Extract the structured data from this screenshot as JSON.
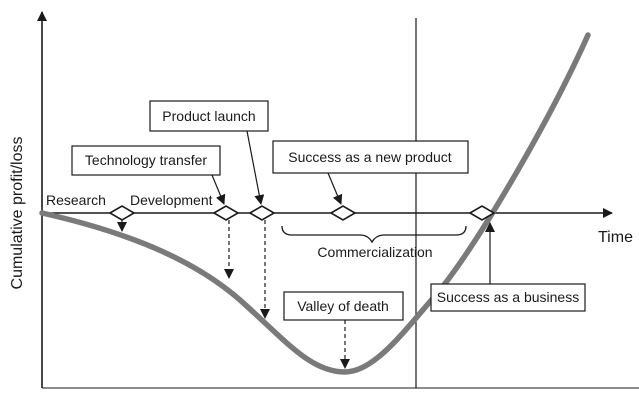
{
  "axes": {
    "y_label": "Cumulative profit/loss",
    "x_label": "Time"
  },
  "stages": {
    "research": "Research",
    "development": "Development"
  },
  "callouts": {
    "technology_transfer": "Technology transfer",
    "product_launch": "Product launch",
    "success_new_product": "Success as a new product",
    "valley_of_death": "Valley of death",
    "success_business": "Success as a business"
  },
  "brace_label": "Commercialization",
  "colors": {
    "curve": "#7a7a7a",
    "lines": "#1a1a1a",
    "background": "#ffffff"
  }
}
